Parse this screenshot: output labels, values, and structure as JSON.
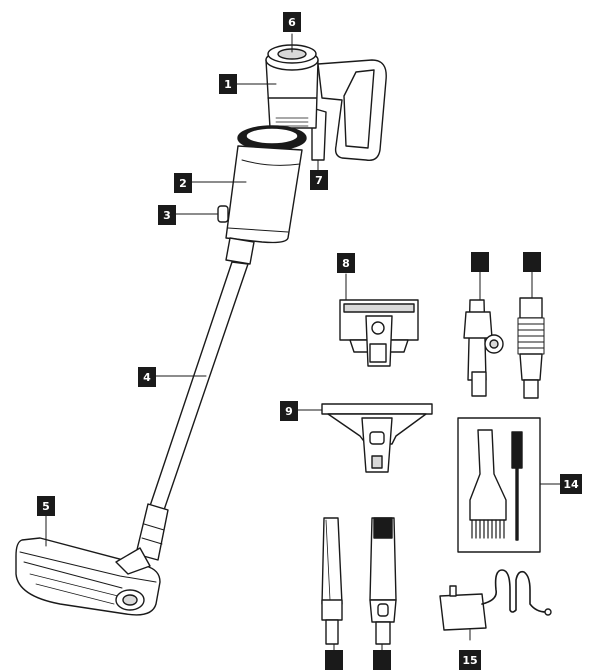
{
  "callouts": {
    "c1": "1",
    "c2": "2",
    "c3": "3",
    "c4": "4",
    "c5": "5",
    "c6": "6",
    "c7": "7",
    "c8": "8",
    "c9": "9",
    "c14": "14",
    "c15": "15",
    "unnumbered": [
      "",
      "",
      "",
      ""
    ]
  },
  "colors": {
    "ink": "#1a1a1a",
    "fill": "#ffffff",
    "shade": "#d9d9d9",
    "tag": "#1a1a1a"
  },
  "parts": [
    "motor-unit",
    "dust-cup",
    "release-button",
    "extension-tube",
    "floor-head",
    "power-button",
    "handle-trigger",
    "mini-motor-brush",
    "adapter",
    "flexible-hose",
    "wide-nozzle",
    "crevice-tool",
    "upholstery-tool",
    "cleaning-brush",
    "charger"
  ]
}
